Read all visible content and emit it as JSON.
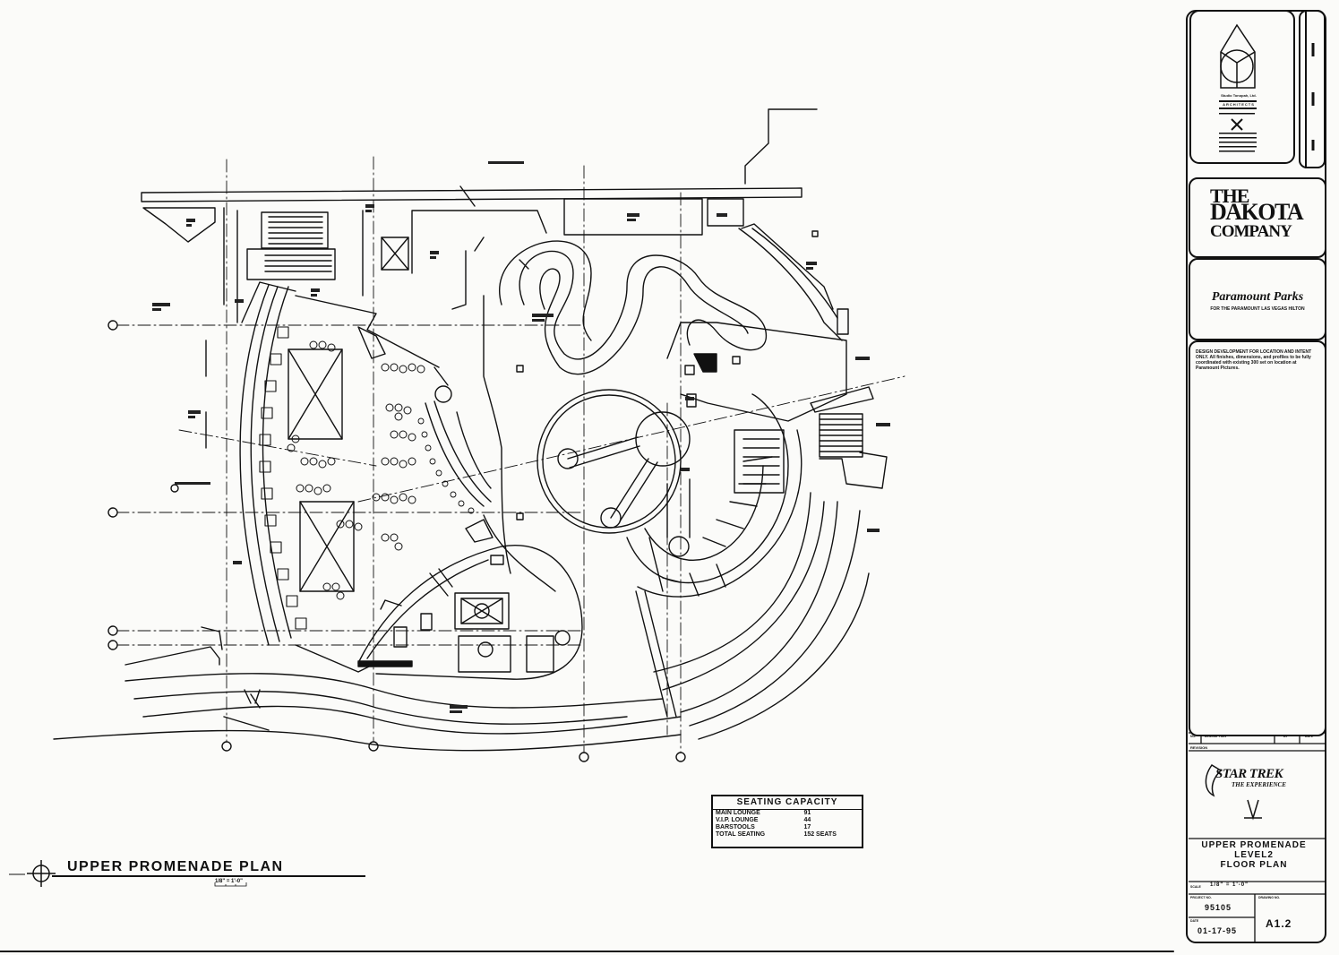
{
  "drawing": {
    "title": "UPPER PROMENADE PLAN",
    "scale": "1/8\" = 1'-0\""
  },
  "seating_capacity": {
    "title": "SEATING CAPACITY",
    "rows": [
      {
        "label": "MAIN LOUNGE",
        "value": "91"
      },
      {
        "label": "V.I.P. LOUNGE",
        "value": "44"
      },
      {
        "label": "BARSTOOLS",
        "value": "17"
      },
      {
        "label": "TOTAL SEATING",
        "value": "152 SEATS"
      }
    ]
  },
  "title_block": {
    "architect": {
      "name": "Studio Tonopah, Ltd.",
      "role": "ARCHITECTS"
    },
    "client": {
      "line1": "THE",
      "line2": "DAKOTA",
      "line3": "COMPANY"
    },
    "owner": {
      "name": "Paramount Parks",
      "address": "FOR THE PARAMOUNT LAS VEGAS HILTON"
    },
    "notes": "DESIGN DEVELOPMENT FOR LOCATION AND INTENT ONLY. All finishes, dimensions, and profiles to be fully coordinated with existing 300 set on location at Paramount Pictures.",
    "revision_header": {
      "no": "NO.",
      "description": "DESCRIPTION",
      "by": "BY",
      "date": "DATE"
    },
    "revision_label": "REVISION",
    "project_logo_main": "STAR TREK",
    "project_logo_sub": "THE EXPERIENCE",
    "sheet_title": [
      "UPPER PROMENADE",
      "LEVEL2",
      "FLOOR PLAN"
    ],
    "scale_label": "SCALE",
    "scale": "1/8\" = 1'-0\"",
    "project_no_label": "PROJECT NO.",
    "project_no": "95105",
    "drawing_no_label": "DRAWING NO.",
    "drawing_no": "A1.2",
    "date_label": "DATE",
    "date": "01-17-95"
  }
}
